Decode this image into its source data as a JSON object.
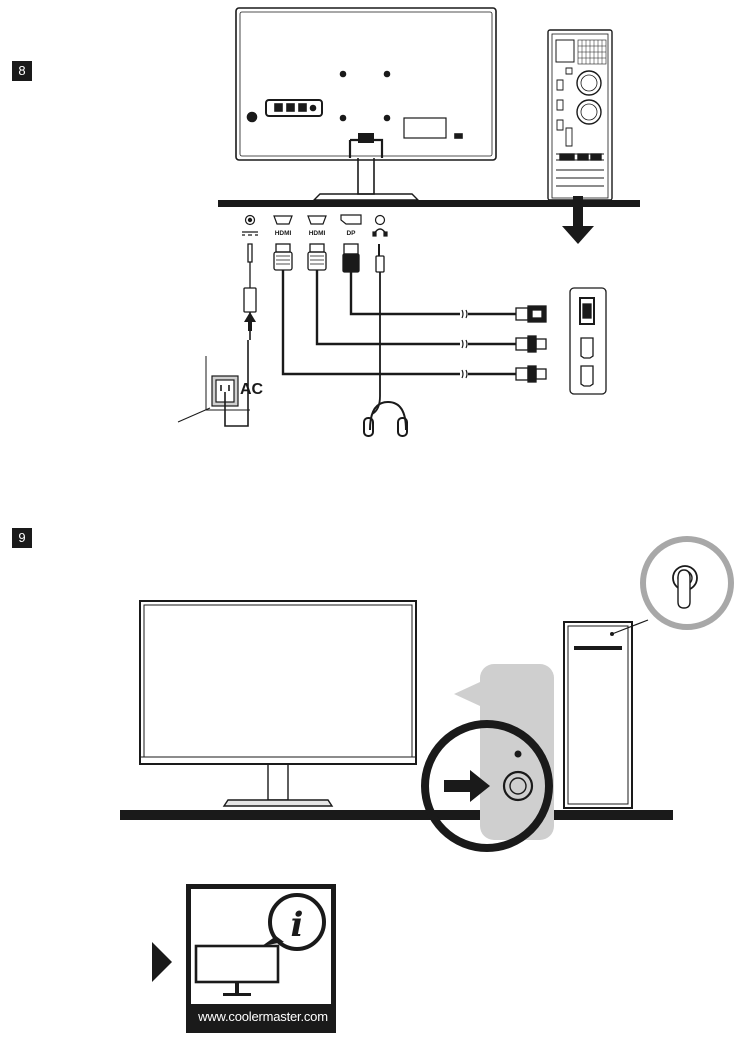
{
  "steps": {
    "step8": "8",
    "step9": "9"
  },
  "ports": {
    "hdmi1": "HDMI",
    "hdmi2": "HDMI",
    "dp": "DP"
  },
  "power": {
    "ac_label": "AC"
  },
  "info_tile": {
    "glyph": "i",
    "url": "www.coolermaster.com"
  },
  "colors": {
    "ink": "#1a1a1a",
    "panel_gray": "#cfcfcf",
    "circle_gray": "#a8a8a8"
  }
}
